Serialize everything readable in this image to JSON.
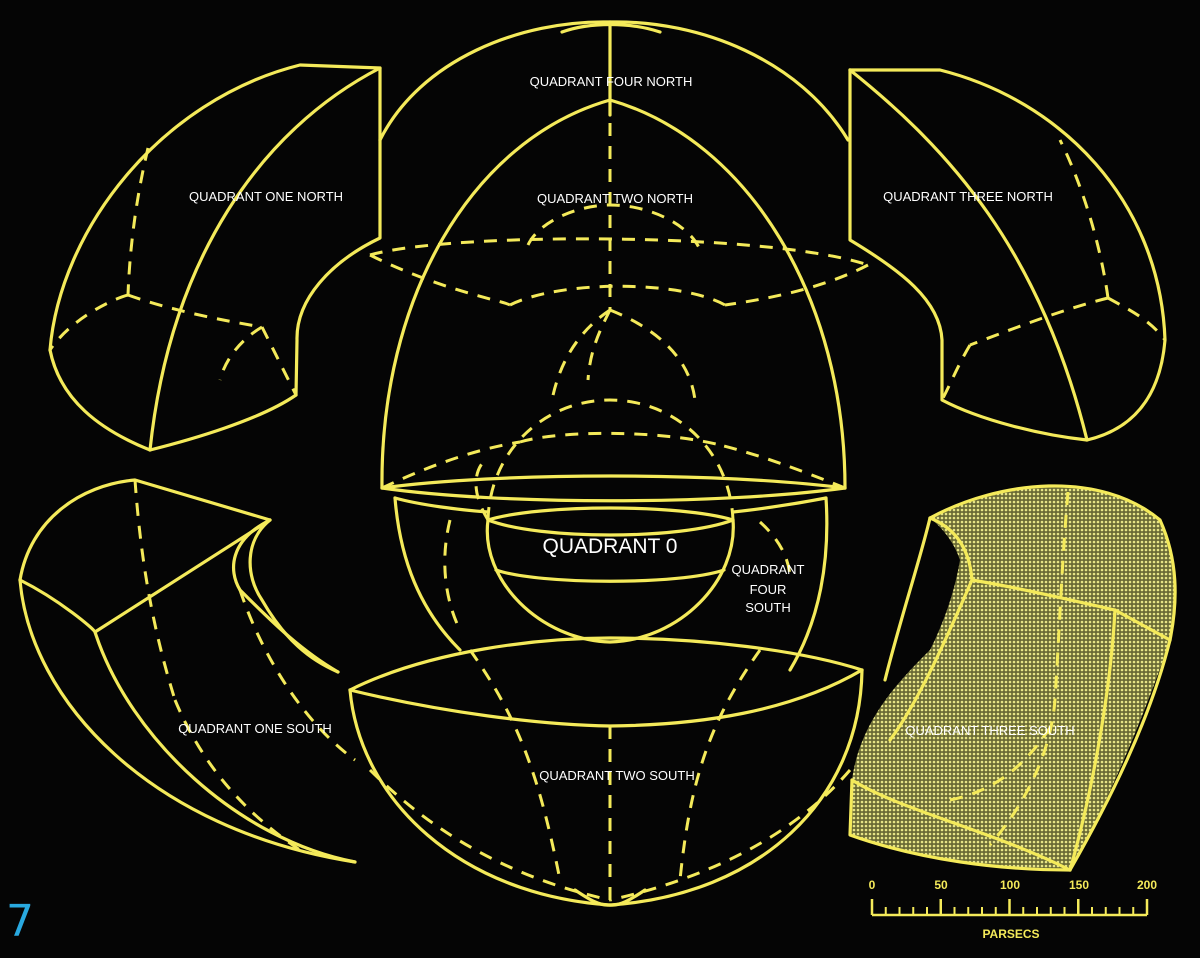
{
  "labels": {
    "q4n": "QUADRANT FOUR NORTH",
    "q1n": "QUADRANT ONE NORTH",
    "q2n": "QUADRANT TWO NORTH",
    "q3n": "QUADRANT THREE NORTH",
    "q0": "QUADRANT 0",
    "q4s_1": "QUADRANT",
    "q4s_2": "FOUR",
    "q4s_3": "SOUTH",
    "q1s": "QUADRANT ONE SOUTH",
    "q3s": "QUADRANT THREE SOUTH",
    "q2s": "QUADRANT TWO SOUTH"
  },
  "scale": {
    "ticks": [
      "0",
      "50",
      "100",
      "150",
      "200"
    ],
    "unit": "PARSECS"
  },
  "page_number": "7",
  "colors": {
    "background": "#050505",
    "line": "#f4ea5a",
    "label": "#ffffff",
    "page_number": "#29a9e0",
    "shade": "#c9c86a"
  }
}
